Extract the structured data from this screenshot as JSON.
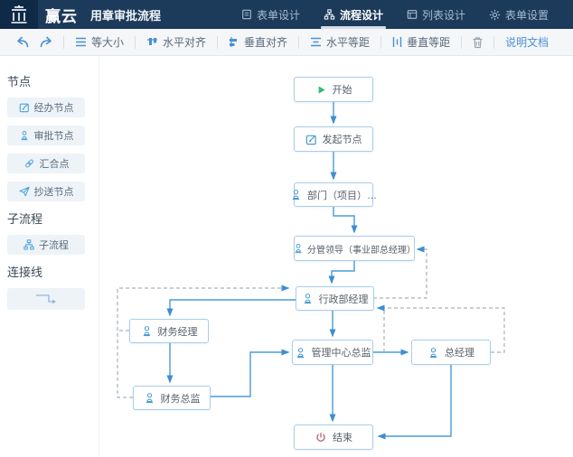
{
  "header": {
    "logo_text": "赢云",
    "title": "用章审批流程",
    "tabs": [
      {
        "label": "表单设计",
        "icon": "form-design-icon",
        "active": false
      },
      {
        "label": "流程设计",
        "icon": "flow-design-icon",
        "active": true
      },
      {
        "label": "列表设计",
        "icon": "list-design-icon",
        "active": false
      },
      {
        "label": "表单设置",
        "icon": "form-settings-icon",
        "active": false
      }
    ]
  },
  "toolbar": {
    "buttons": [
      "等大小",
      "水平对齐",
      "垂直对齐",
      "水平等距",
      "垂直等距"
    ],
    "doc_link": "说明文档"
  },
  "sidebar": {
    "sections": [
      {
        "title": "节点",
        "items": [
          "经办节点",
          "审批节点",
          "汇合点",
          "抄送节点"
        ]
      },
      {
        "title": "子流程",
        "items": [
          "子流程"
        ]
      },
      {
        "title": "连接线",
        "items": []
      }
    ]
  },
  "canvas": {
    "nodes": [
      {
        "id": "start",
        "label": "开始",
        "icon": "play-icon"
      },
      {
        "id": "initiate",
        "label": "发起节点",
        "icon": "edit-icon"
      },
      {
        "id": "department",
        "label": "部门（项目）…",
        "icon": "person-icon"
      },
      {
        "id": "leader",
        "label": "分管领导（事业部总经理）",
        "icon": "person-icon"
      },
      {
        "id": "admin-mgr",
        "label": "行政部经理",
        "icon": "person-icon"
      },
      {
        "id": "finance-mgr",
        "label": "财务经理",
        "icon": "person-icon"
      },
      {
        "id": "finance-dir",
        "label": "财务总监",
        "icon": "person-icon"
      },
      {
        "id": "mgmt-center",
        "label": "管理中心总监",
        "icon": "person-icon"
      },
      {
        "id": "gm",
        "label": "总经理",
        "icon": "person-icon"
      },
      {
        "id": "end",
        "label": "结束",
        "icon": "power-icon"
      }
    ]
  },
  "colors": {
    "header_bg": "#1c3a5a",
    "accent_blue": "#4a9bd5",
    "dashed_line": "#a8b2bd",
    "start_green": "#2fbf71",
    "end_red": "#b05d66"
  }
}
